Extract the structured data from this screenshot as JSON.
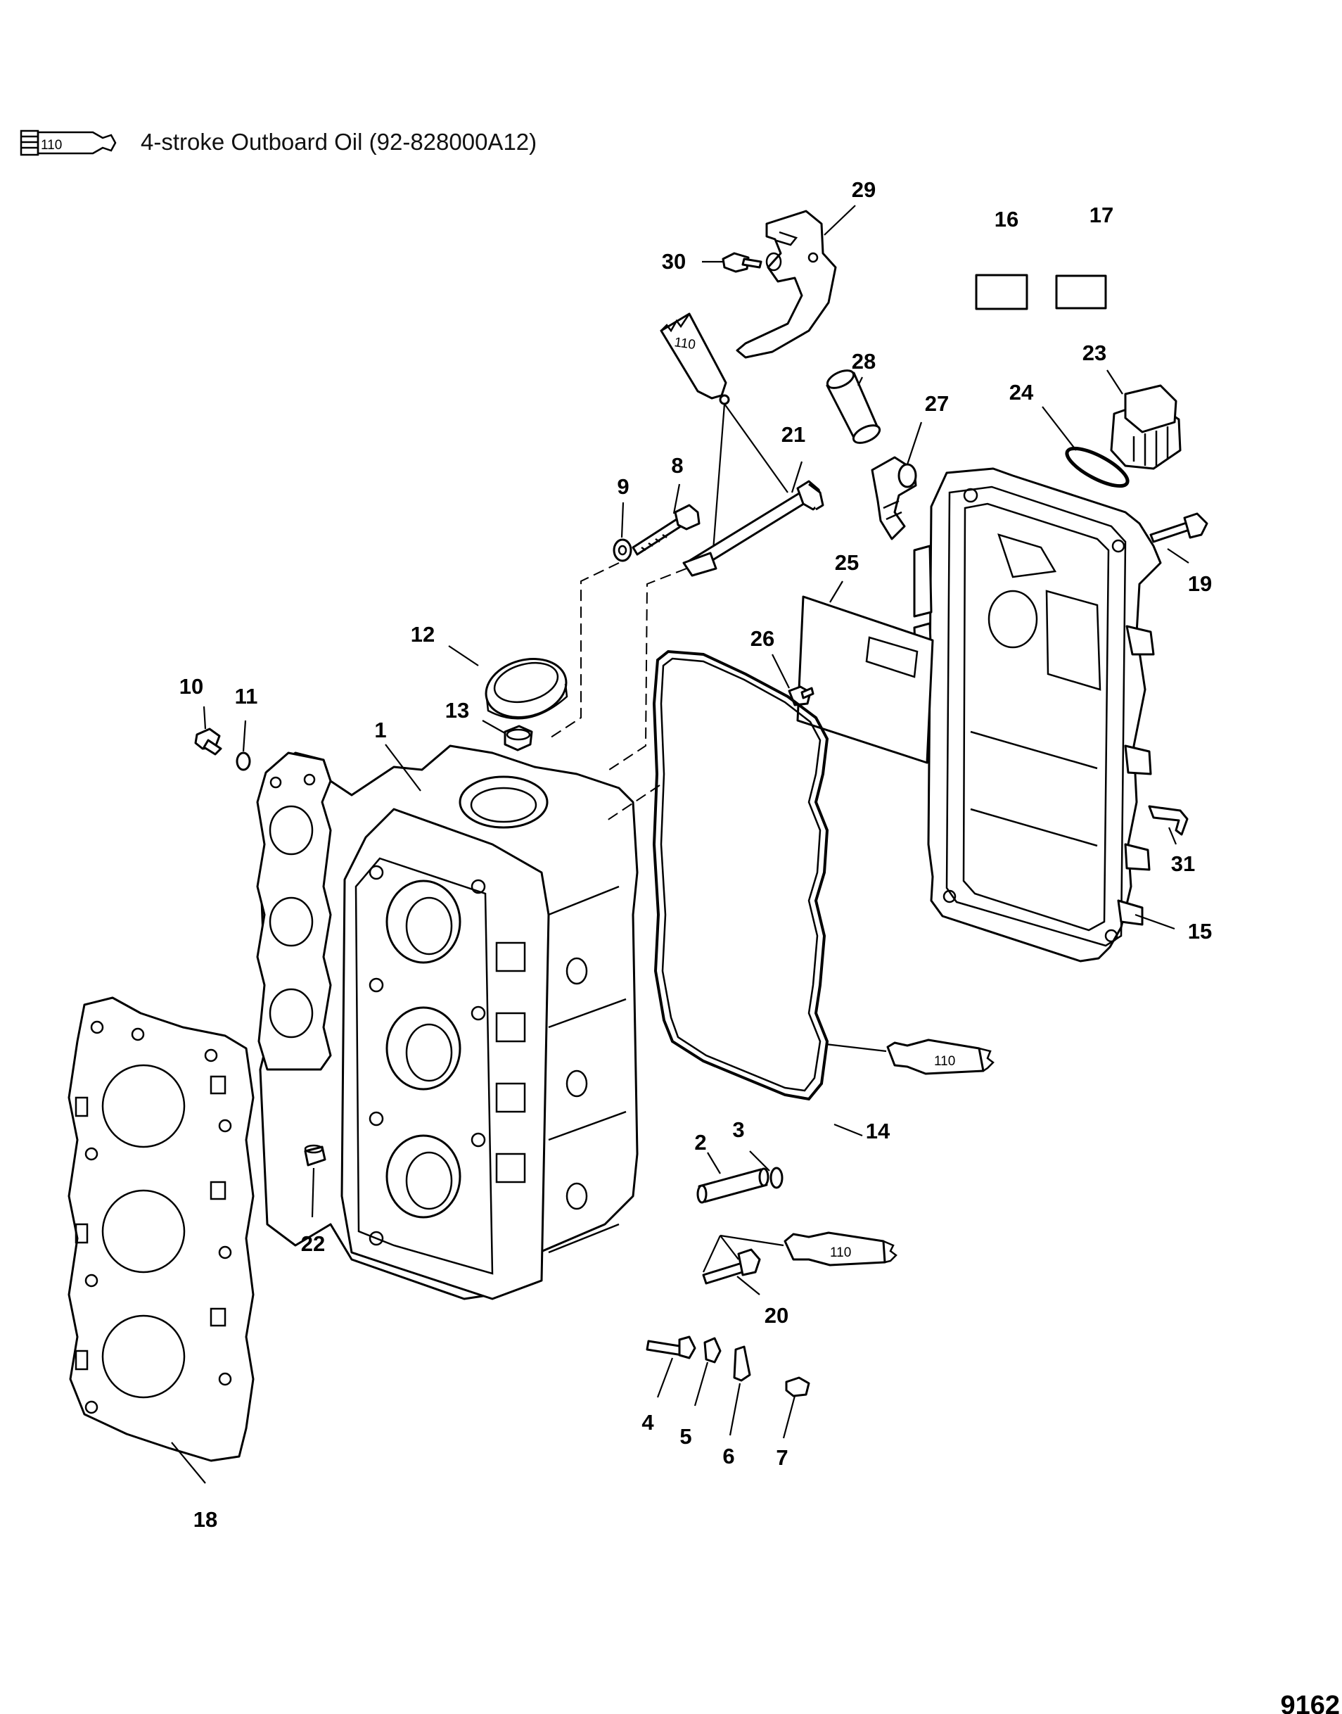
{
  "legend": {
    "symbol_label": "110",
    "text": "4-stroke Outboard Oil (92-828000A12)"
  },
  "tube_label": "110",
  "figure_number": "9162",
  "callouts": [
    "1",
    "2",
    "3",
    "4",
    "5",
    "6",
    "7",
    "8",
    "9",
    "10",
    "11",
    "12",
    "13",
    "14",
    "15",
    "16",
    "17",
    "18",
    "19",
    "20",
    "21",
    "22",
    "23",
    "24",
    "25",
    "26",
    "27",
    "28",
    "29",
    "30",
    "31"
  ]
}
